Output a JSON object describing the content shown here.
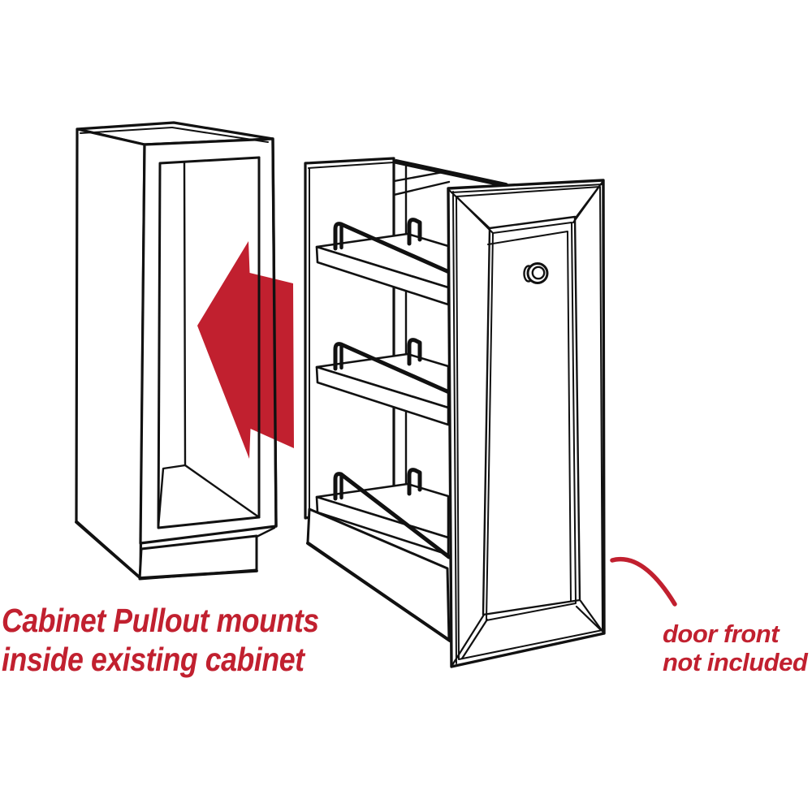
{
  "colors": {
    "accent_red": "#C1202F",
    "line_black": "#111111",
    "background": "#FFFFFF"
  },
  "captions": {
    "left": {
      "line1": "Cabinet Pullout mounts",
      "line2": "inside existing cabinet"
    },
    "right": {
      "line1": "door front",
      "line2": "not included"
    }
  },
  "icons": {
    "arrow": "slide-in-arrow-icon",
    "callout_arc": "door-callout-arc-icon"
  },
  "illustration": {
    "parts": [
      "existing-cabinet",
      "pullout-organizer",
      "shelf-guard-rails",
      "door-front-panel",
      "door-knob"
    ]
  }
}
